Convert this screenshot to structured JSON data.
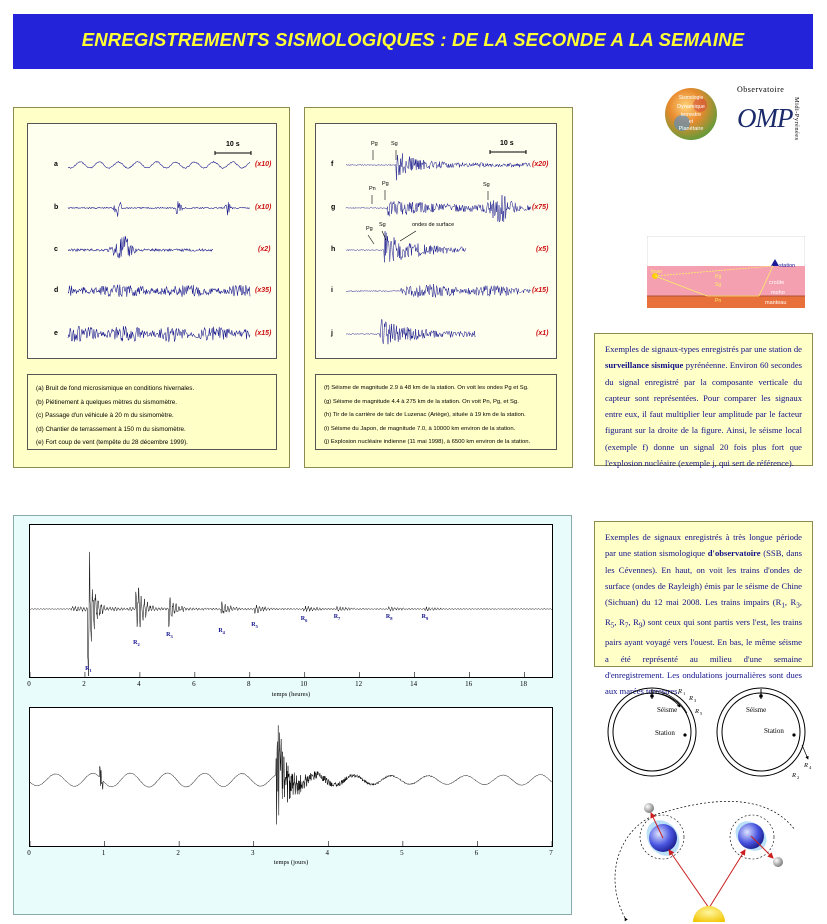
{
  "banner": {
    "title": "ENREGISTREMENTS SISMOLOGIQUES : DE LA SECONDE A LA SEMAINE"
  },
  "logos": {
    "left_lines": [
      "Sismologie",
      "Dynamique",
      "terrestre",
      "et",
      "Planétaire"
    ],
    "omp_top": "Observatoire",
    "omp_side": "Midi-Pyrénées",
    "omp_big": "OMP"
  },
  "panel_left": {
    "scale_label": "10 s",
    "traces": [
      {
        "id": "a",
        "gain": "(x10)"
      },
      {
        "id": "b",
        "gain": "(x10)"
      },
      {
        "id": "c",
        "gain": "(x2)"
      },
      {
        "id": "d",
        "gain": "(x35)"
      },
      {
        "id": "e",
        "gain": "(x15)"
      }
    ],
    "legend": [
      "(a)   Bruit de fond microsismique en conditions hivernales.",
      "(b)   Piétinement à quelques mètres du sismomètre.",
      "(c)   Passage d'un véhicule à 20 m du sismomètre.",
      "(d)   Chantier de terrassement à 150 m du sismomètre.",
      "(e)   Fort coup de vent (tempête du 28 décembre 1999)."
    ]
  },
  "panel_right": {
    "scale_label": "10 s",
    "traces": [
      {
        "id": "f",
        "gain": "(x20)"
      },
      {
        "id": "g",
        "gain": "(x75)"
      },
      {
        "id": "h",
        "gain": "(x5)"
      },
      {
        "id": "i",
        "gain": "(x15)"
      },
      {
        "id": "j",
        "gain": "(x1)"
      }
    ],
    "annotations": {
      "pg": "Pg",
      "sg": "Sg",
      "pn": "Pn",
      "surface": "ondes de surface"
    },
    "legend": [
      "(f)   Séisme de magnitude 2.9 à 48 km de la station.  On voit les ondes Pg et Sg.",
      "(g)   Séisme de magnitude 4.4 à 275 km de la station.  On voit Pn, Pg, et Sg.",
      "(h)   Tir de la carrière de talc de Luzenac (Ariège), située à 19 km de la station.",
      "(i)    Séisme du Japon, de magnitude 7.0, à 10000 km environ de la station.",
      "(j)    Explosion nucléaire indienne (11 mai 1998), à 6500 km environ de la station."
    ]
  },
  "crust_diagram": {
    "station": "station",
    "croute": "croûte",
    "manteau": "manteau",
    "moho": "moho",
    "foyer": "foyer",
    "pg": "Pg",
    "sg": "Sg",
    "pn": "Pn"
  },
  "text_top": {
    "before_bold": "Exemples de signaux-types enregistrés par une station de ",
    "bold": "surveillance sismique",
    "after_bold": " pyrénéenne. Environ 60 secondes du signal enregistré par la composante verticale du capteur sont représentées.  Pour comparer les signaux entre eux, il faut multiplier leur amplitude par le facteur figurant sur la droite de la figure.  Ainsi, le séisme local (exemple f) donne un signal 20 fois plus fort que l'explosion nucléaire (exemple j, qui sert de référence)."
  },
  "text_bottom": {
    "p1": "Exemples de signaux enregistrés à très longue période par une station sismologique ",
    "bold": "d'observatoire",
    "p2": " (SSB, dans les Cévennes). En haut, on voit les trains d'ondes de surface (ondes de Rayleigh) émis par le séisme de Chine (Sichuan) du 12 mai 2008.  Les trains impairs (R",
    "sub1": "1",
    "sep1": ", R",
    "sub3": "3",
    "sep2": ", R",
    "sub5": "5",
    "sep3": ", R",
    "sub7": "7",
    "sep4": ", R",
    "sub9": "9",
    "p3": ") sont ceux qui sont partis vers l'est, les trains pairs ayant voyagé vers l'ouest.  En bas, le même séisme a été représenté au milieu d'une semaine d'enregistrement.  Les ondulations journalières sont dues aux marées terrestres."
  },
  "plot_hours": {
    "xlabel": "temps (heures)",
    "ticks": [
      "0",
      "2",
      "4",
      "6",
      "8",
      "10",
      "12",
      "14",
      "16",
      "18"
    ],
    "xlim": [
      0,
      19
    ],
    "r_labels": [
      {
        "n": "1",
        "t": 2.15
      },
      {
        "n": "2",
        "t": 3.9
      },
      {
        "n": "3",
        "t": 5.1
      },
      {
        "n": "4",
        "t": 7.0
      },
      {
        "n": "5",
        "t": 8.2
      },
      {
        "n": "6",
        "t": 10.0
      },
      {
        "n": "7",
        "t": 11.2
      },
      {
        "n": "8",
        "t": 13.1
      },
      {
        "n": "9",
        "t": 14.4
      }
    ],
    "r_prefix": "R"
  },
  "plot_days": {
    "xlabel": "temps (jours)",
    "ticks": [
      "0",
      "1",
      "2",
      "3",
      "4",
      "5",
      "6",
      "7"
    ],
    "xlim": [
      0,
      7
    ]
  },
  "orbit_diagrams": {
    "seisme": "Séisme",
    "station": "Station",
    "r1": "R",
    "r1s": "1",
    "r2": "R",
    "r2s": "2",
    "r3": "R",
    "r3s": "3",
    "r4": "R",
    "r4s": "4",
    "r5": "R",
    "r5s": "5"
  },
  "colors": {
    "banner": "#2323d9",
    "banner_text": "#ffff33",
    "panel_yellow": "#ffffc8",
    "panel_cyan": "#e9fcfc",
    "trace": "#10108a",
    "gain": "#cc1111"
  }
}
